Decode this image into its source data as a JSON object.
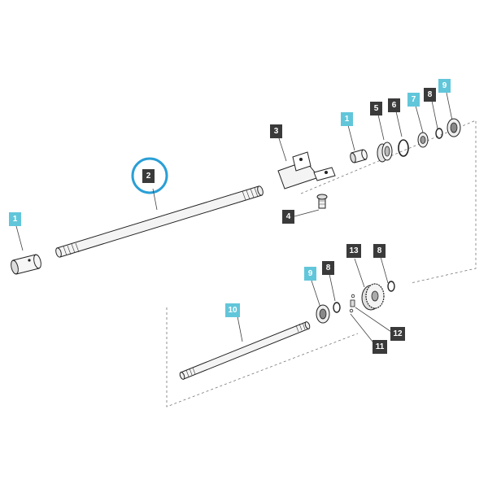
{
  "colors": {
    "dark_tag": "#3a3a3a",
    "blue_tag": "#62c6da",
    "highlight_ring": "#2a9fd6"
  },
  "callouts": [
    {
      "id": "c2",
      "label": "2",
      "style": "dark",
      "highlighted": true
    },
    {
      "id": "c1a",
      "label": "1",
      "style": "blue"
    },
    {
      "id": "c3",
      "label": "3",
      "style": "dark"
    },
    {
      "id": "c4",
      "label": "4",
      "style": "dark"
    },
    {
      "id": "c1b",
      "label": "1",
      "style": "blue"
    },
    {
      "id": "c5",
      "label": "5",
      "style": "dark"
    },
    {
      "id": "c6",
      "label": "6",
      "style": "dark"
    },
    {
      "id": "c7",
      "label": "7",
      "style": "blue"
    },
    {
      "id": "c8a",
      "label": "8",
      "style": "dark"
    },
    {
      "id": "c9a",
      "label": "9",
      "style": "blue"
    },
    {
      "id": "c13",
      "label": "13",
      "style": "dark"
    },
    {
      "id": "c8b",
      "label": "8",
      "style": "dark"
    },
    {
      "id": "c9b",
      "label": "9",
      "style": "blue"
    },
    {
      "id": "c8c",
      "label": "8",
      "style": "dark"
    },
    {
      "id": "c10",
      "label": "10",
      "style": "blue"
    },
    {
      "id": "c12",
      "label": "12",
      "style": "dark"
    },
    {
      "id": "c11",
      "label": "11",
      "style": "dark"
    }
  ]
}
